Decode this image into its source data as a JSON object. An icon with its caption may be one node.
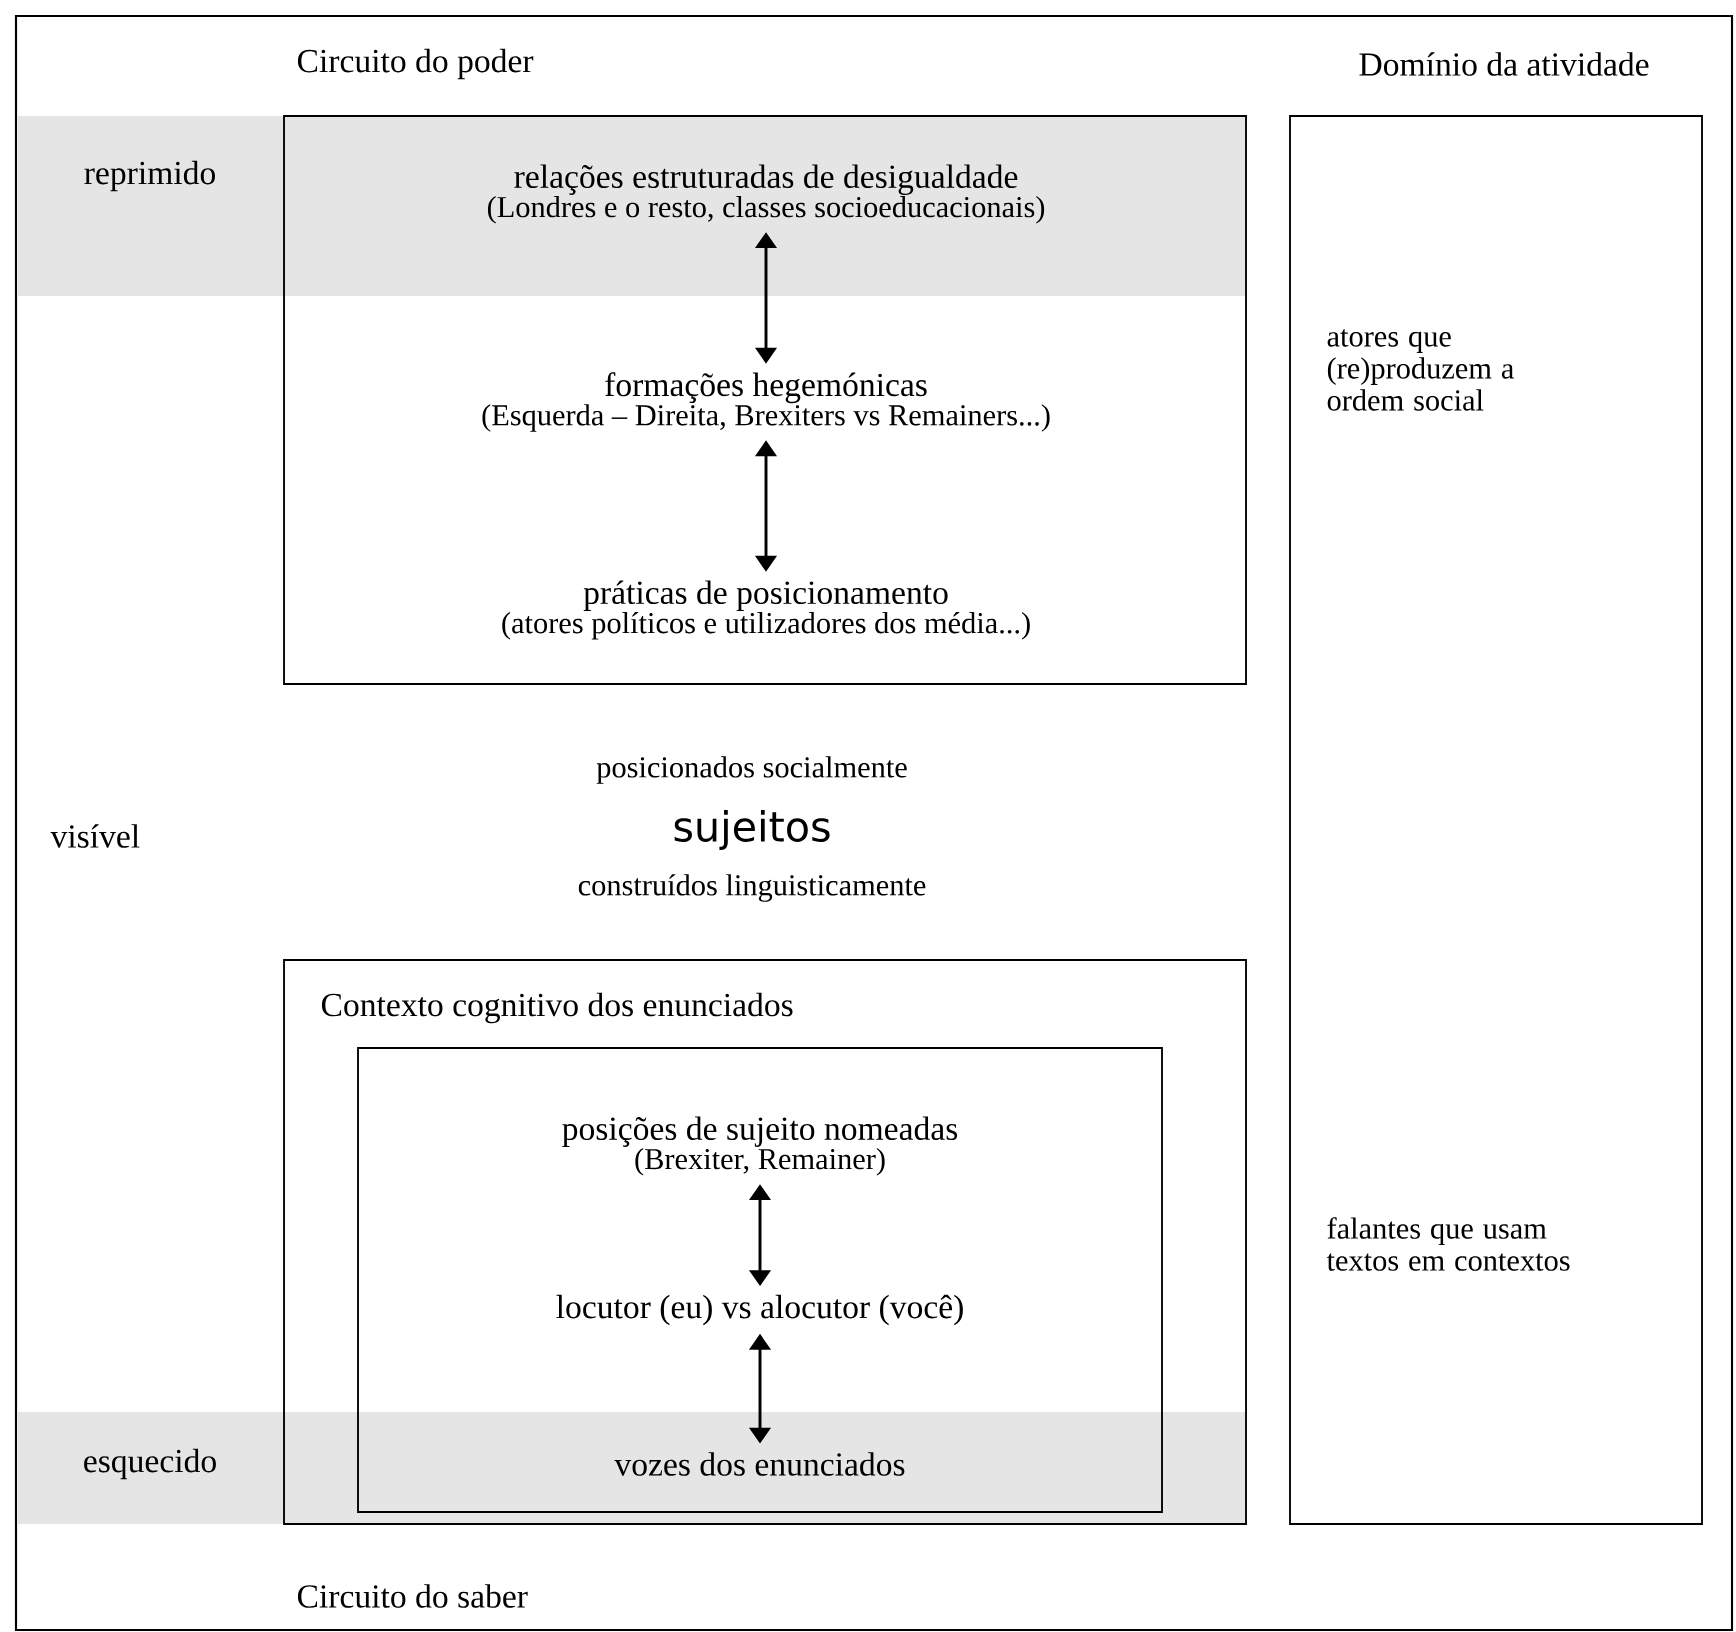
{
  "diagram": {
    "nodes": [
      {
        "text": [
          "Circuito do poder"
        ]
      },
      {
        "text": [
          "relações estruturadas de desigualdade",
          "(Londres e o resto, classes socioeducacionais)"
        ],
        "in": 0
      },
      {
        "text": [
          "formações hegemónicas",
          "(Esquerda – Direita, Brexiters vs Remainers...)"
        ],
        "in": 0
      },
      {
        "text": [
          "práticas de posicionamento",
          "(atores políticos e utilizadores dos média...)"
        ],
        "in": 0
      },
      {
        "text": [
          "Contexto cognitivo dos enunciados"
        ],
        "beside": [
          "Circuito do saber"
        ]
      },
      {
        "text": [],
        "shape": "box",
        "in": 4
      },
      {
        "text": [
          "posições de sujeito nomeadas",
          "(Brexiter, Remainer)"
        ],
        "in": 5
      },
      {
        "text": [
          "locutor (eu) vs alocutor (você)"
        ],
        "in": 5
      },
      {
        "text": [
          "vozes dos enunciados"
        ],
        "in": 5
      },
      {
        "text": [
          "Domínio da atividade",
          "atores que (re)produzem a ordem social",
          "falantes que usam textos em contextos"
        ]
      }
    ],
    "edges": [
      {
        "from": 1,
        "to": 2,
        "arrow": "both"
      },
      {
        "from": 2,
        "to": 3,
        "arrow": "both"
      },
      {
        "from": 6,
        "to": 7,
        "arrow": "both"
      },
      {
        "from": 7,
        "to": 8,
        "arrow": "both"
      }
    ],
    "labels": [
      "reprimido",
      "visível",
      "posicionados socialmente",
      "sujeitos",
      "construídos linguisticamente",
      "esquecido"
    ]
  }
}
